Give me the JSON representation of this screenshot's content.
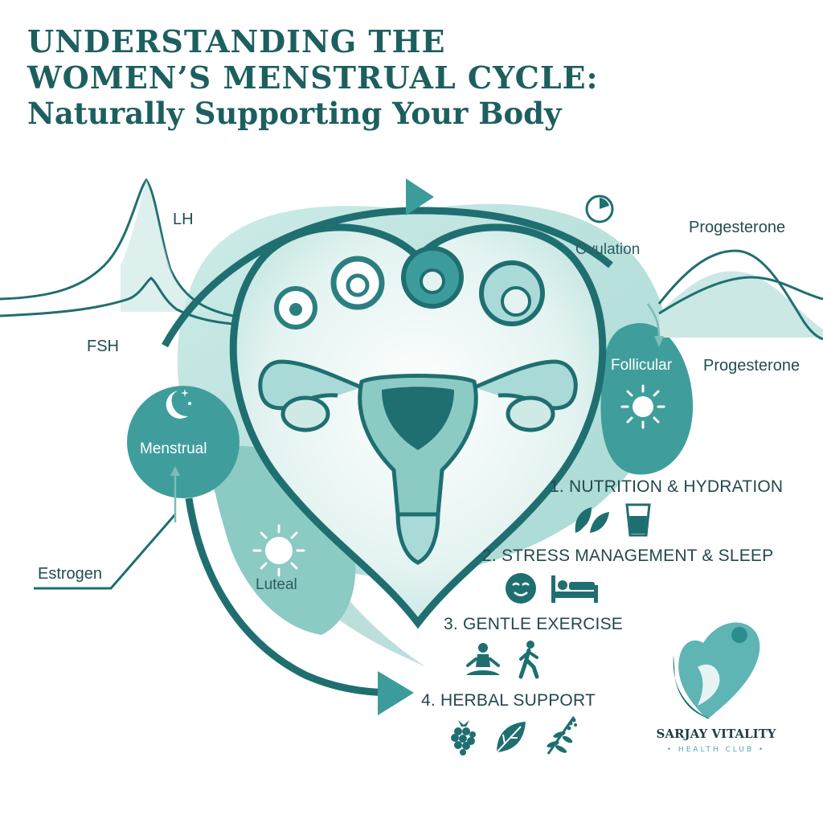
{
  "title": {
    "line1": "UNDERSTANDING THE",
    "line2": "WOMEN’S MENSTRUAL CYCLE:",
    "line3": "Naturally Supporting Your Body"
  },
  "hormones": {
    "lh": "LH",
    "fsh": "FSH",
    "estrogen": "Estrogen",
    "progesterone_top": "Progesterone",
    "progesterone_side": "Progesterone"
  },
  "phases": {
    "menstrual": "Menstrual",
    "luteal": "Luteal",
    "follicular": "Follicular",
    "ovulation": "Ovulation"
  },
  "tips": [
    {
      "label": "1. NUTRITION & HYDRATION",
      "icons": [
        "leaves-icon",
        "water-glass-icon"
      ]
    },
    {
      "label": "2. STRESS MANAGEMENT & SLEEP",
      "icons": [
        "calm-face-icon",
        "bed-icon"
      ]
    },
    {
      "label": "3. GENTLE EXERCISE",
      "icons": [
        "meditation-icon",
        "walking-icon"
      ]
    },
    {
      "label": "4. HERBAL SUPPORT",
      "icons": [
        "raspberry-icon",
        "herb-leaf-icon",
        "herb-sprig-icon"
      ]
    }
  ],
  "brand": {
    "name": "SARJAY VITALITY",
    "tagline": "• HEALTH CLUB •"
  },
  "colors": {
    "dark_teal": "#1f6f71",
    "mid_teal": "#3c9c9b",
    "light_teal": "#a9dad7",
    "pale_teal": "#dff2f0",
    "title_teal": "#1d5f5f"
  }
}
